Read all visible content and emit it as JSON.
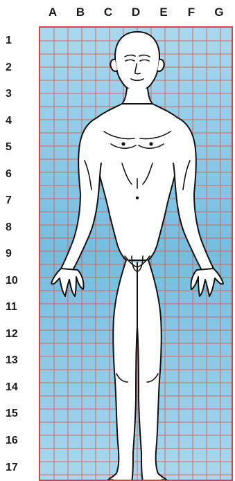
{
  "grid": {
    "columns": [
      "A",
      "B",
      "C",
      "D",
      "E",
      "F",
      "G"
    ],
    "rows": [
      "1",
      "2",
      "3",
      "4",
      "5",
      "6",
      "7",
      "8",
      "9",
      "10",
      "11",
      "12",
      "13",
      "14",
      "15",
      "16",
      "17"
    ]
  },
  "colors": {
    "background": "#ffffff",
    "grid_fill": "#8fcbe6",
    "grid_lines": "#e05b4d",
    "figure_fill": "#ffffff",
    "figure_stroke": "#111111",
    "label_text": "#1d1d1d"
  }
}
